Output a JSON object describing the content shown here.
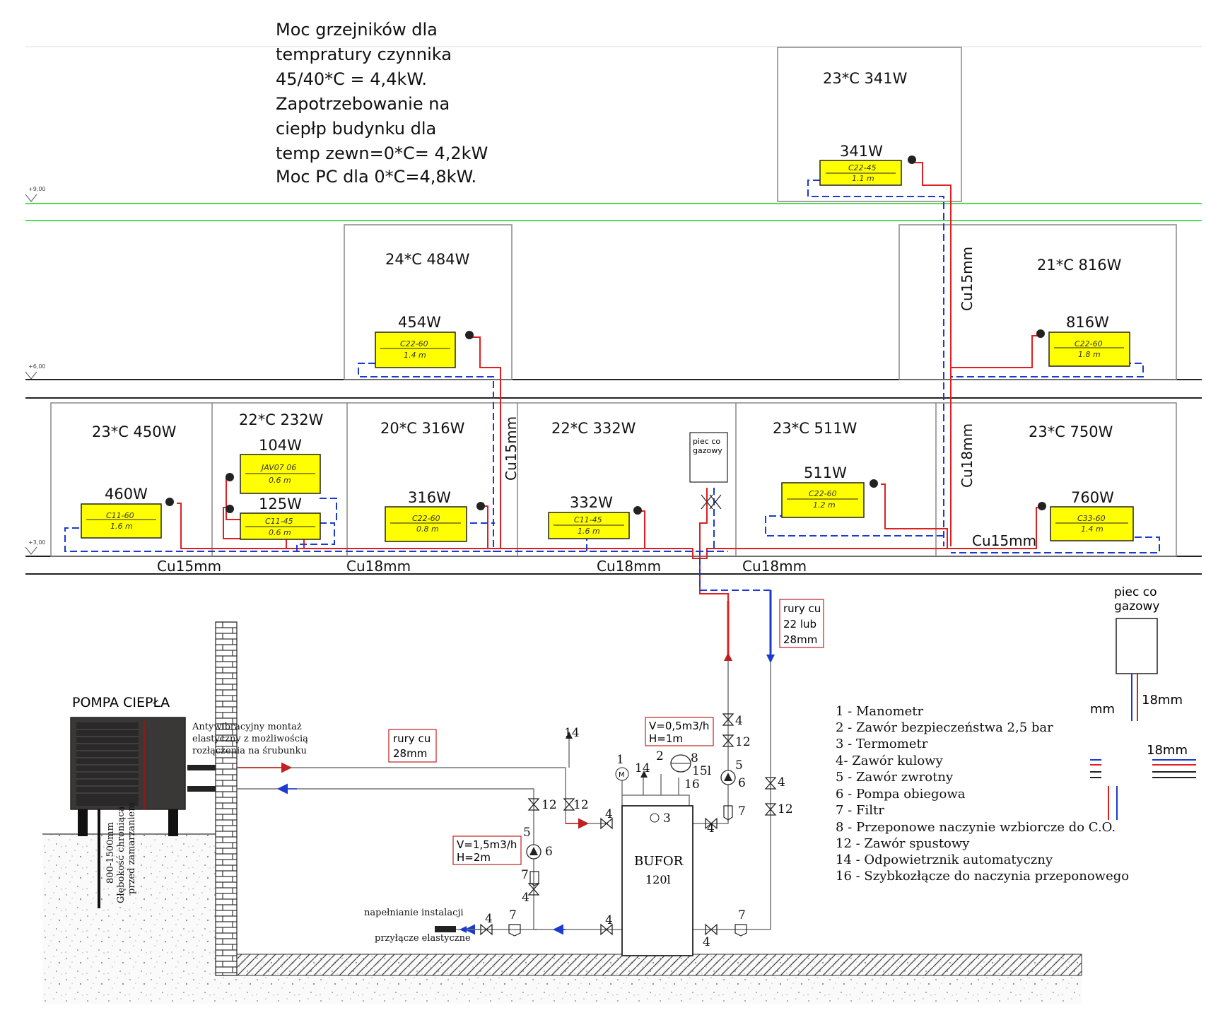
{
  "intro_lines": [
    "Moc grzejników dla",
    "tempratury czynnika",
    "45/40*C = 4,4kW.",
    "Zapotrzebowanie na",
    "ciepłp budynku dla",
    "temp zewn=0*C= 4,2kW",
    "Moc PC dla 0*C=4,8kW."
  ],
  "level_marks": [
    "+9,00",
    "+6,00",
    "+3,00"
  ],
  "rooms": {
    "attic": "23*C  341W",
    "upper_mid": "24*C  484W",
    "upper_right": "21*C 816W",
    "ground_1": "23*C 450W",
    "ground_2": "22*C 232W",
    "ground_3": "20*C 316W",
    "ground_4": "22*C  332W",
    "ground_5": "23*C  511W",
    "ground_6": "23*C  750W"
  },
  "radiators": {
    "r341": {
      "power": "341W",
      "code": "C22-45",
      "len": "1.1 m"
    },
    "r454": {
      "power": "454W",
      "code": "C22-60",
      "len": "1.4 m"
    },
    "r816": {
      "power": "816W",
      "code": "C22-60",
      "len": "1.8 m"
    },
    "r460": {
      "power": "460W",
      "code": "C11-60",
      "len": "1.6 m"
    },
    "r104": {
      "power": "104W",
      "code": "JAV07 06",
      "len": "0.6 m"
    },
    "r125": {
      "power": "125W",
      "code": "C11-45",
      "len": "0.6 m"
    },
    "r316": {
      "power": "316W",
      "code": "C22-60",
      "len": "0.8 m"
    },
    "r332": {
      "power": "332W",
      "code": "C11-45",
      "len": "1.6 m"
    },
    "r511": {
      "power": "511W",
      "code": "C22-60",
      "len": "1.2 m"
    },
    "r760": {
      "power": "760W",
      "code": "C33-60",
      "len": "1.4 m"
    }
  },
  "pipe_labels": {
    "cu15_riser_top": "Cu15mm",
    "cu15_riser_mid": "Cu15mm",
    "cu18_riser": "Cu18mm",
    "cu15_right": "Cu15mm",
    "cu15_bottom": "Cu15mm",
    "cu18_bottom_1": "Cu18mm",
    "cu18_bottom_2": "Cu18mm",
    "cu18_bottom_3": "Cu18mm"
  },
  "boiler_label": [
    "piec co",
    "gazowy"
  ],
  "boiler_side_label": [
    "piec co",
    "gazowy"
  ],
  "pipes_box": [
    "rury cu",
    "22 lub",
    "28mm"
  ],
  "pipes_box_2": [
    "rury cu",
    "28mm"
  ],
  "pump_box_1": [
    "V=0,5m3/h",
    "H=1m"
  ],
  "pump_box_2": [
    "V=1,5m3/h",
    "H=2m"
  ],
  "heat_pump": {
    "title": "POMPA CIEPŁA",
    "mount_note": [
      "Antywibracyjny montaż",
      "elastyczny z możliwością",
      "rozłączenia na śrubunku"
    ],
    "depth": "800-1500mm",
    "depth_note": [
      "Głębokość chroniąca",
      "przed zamarzaniem"
    ]
  },
  "buffer": {
    "title": "BUFOR",
    "volume": "120l"
  },
  "fill": {
    "label": "napełnianie instalacji",
    "connector": "przyłącze elastyczne"
  },
  "side_dims": {
    "a": "mm",
    "b": "18mm",
    "c": "18mm"
  },
  "tank_vol": "15l",
  "legend": [
    "1 - Manometr",
    "2 - Zawór bezpieczeństwa 2,5 bar",
    "3 - Termometr",
    "4- Zawór kulowy",
    "5 - Zawór zwrotny",
    "6 - Pompa obiegowa",
    "7 - Filtr",
    "8 - Przeponowe naczynie wzbiorcze do C.O.",
    "12 - Zawór spustowy",
    "14 - Odpowietrznik automatyczny",
    "16 - Szybkozłącze do naczynia przeponowego"
  ],
  "colors": {
    "supply": "#e02020",
    "return": "#1a3ad0",
    "radiator": "#ffff00",
    "grade": "#22cc22"
  }
}
